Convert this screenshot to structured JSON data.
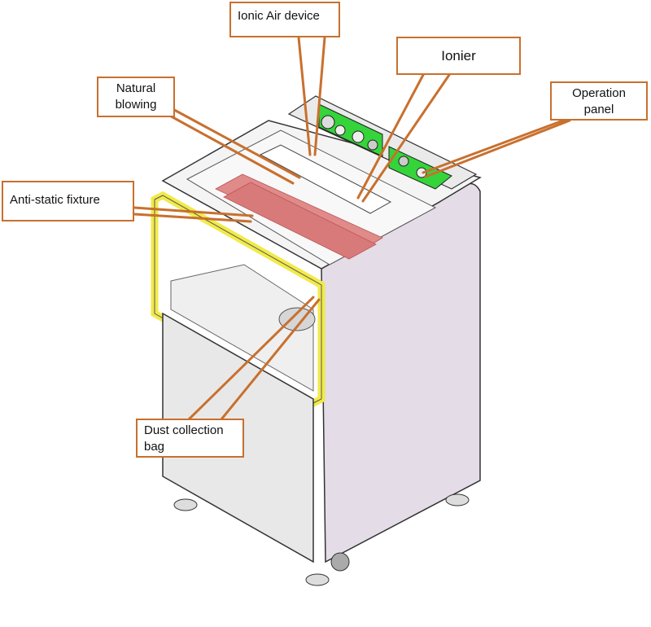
{
  "diagram": {
    "colors": {
      "callout_border": "#c8702e",
      "leader_line": "#c8702e",
      "side_panel": "#e4dce6",
      "frame_yellow": "#f1ea4a",
      "operation_panel": "#35d43a",
      "fixture_red": "#e08a8a",
      "outline": "#333333"
    },
    "labels": {
      "ionic_air_device": "Ionic Air device",
      "ionier": "Ionier",
      "natural_blowing_line1": "Natural",
      "natural_blowing_line2": "blowing",
      "operation_panel_line1": "Operation",
      "operation_panel_line2": "panel",
      "anti_static_fixture": "Anti-static fixture",
      "dust_collection_line1": "Dust collection",
      "dust_collection_line2": "bag"
    }
  }
}
